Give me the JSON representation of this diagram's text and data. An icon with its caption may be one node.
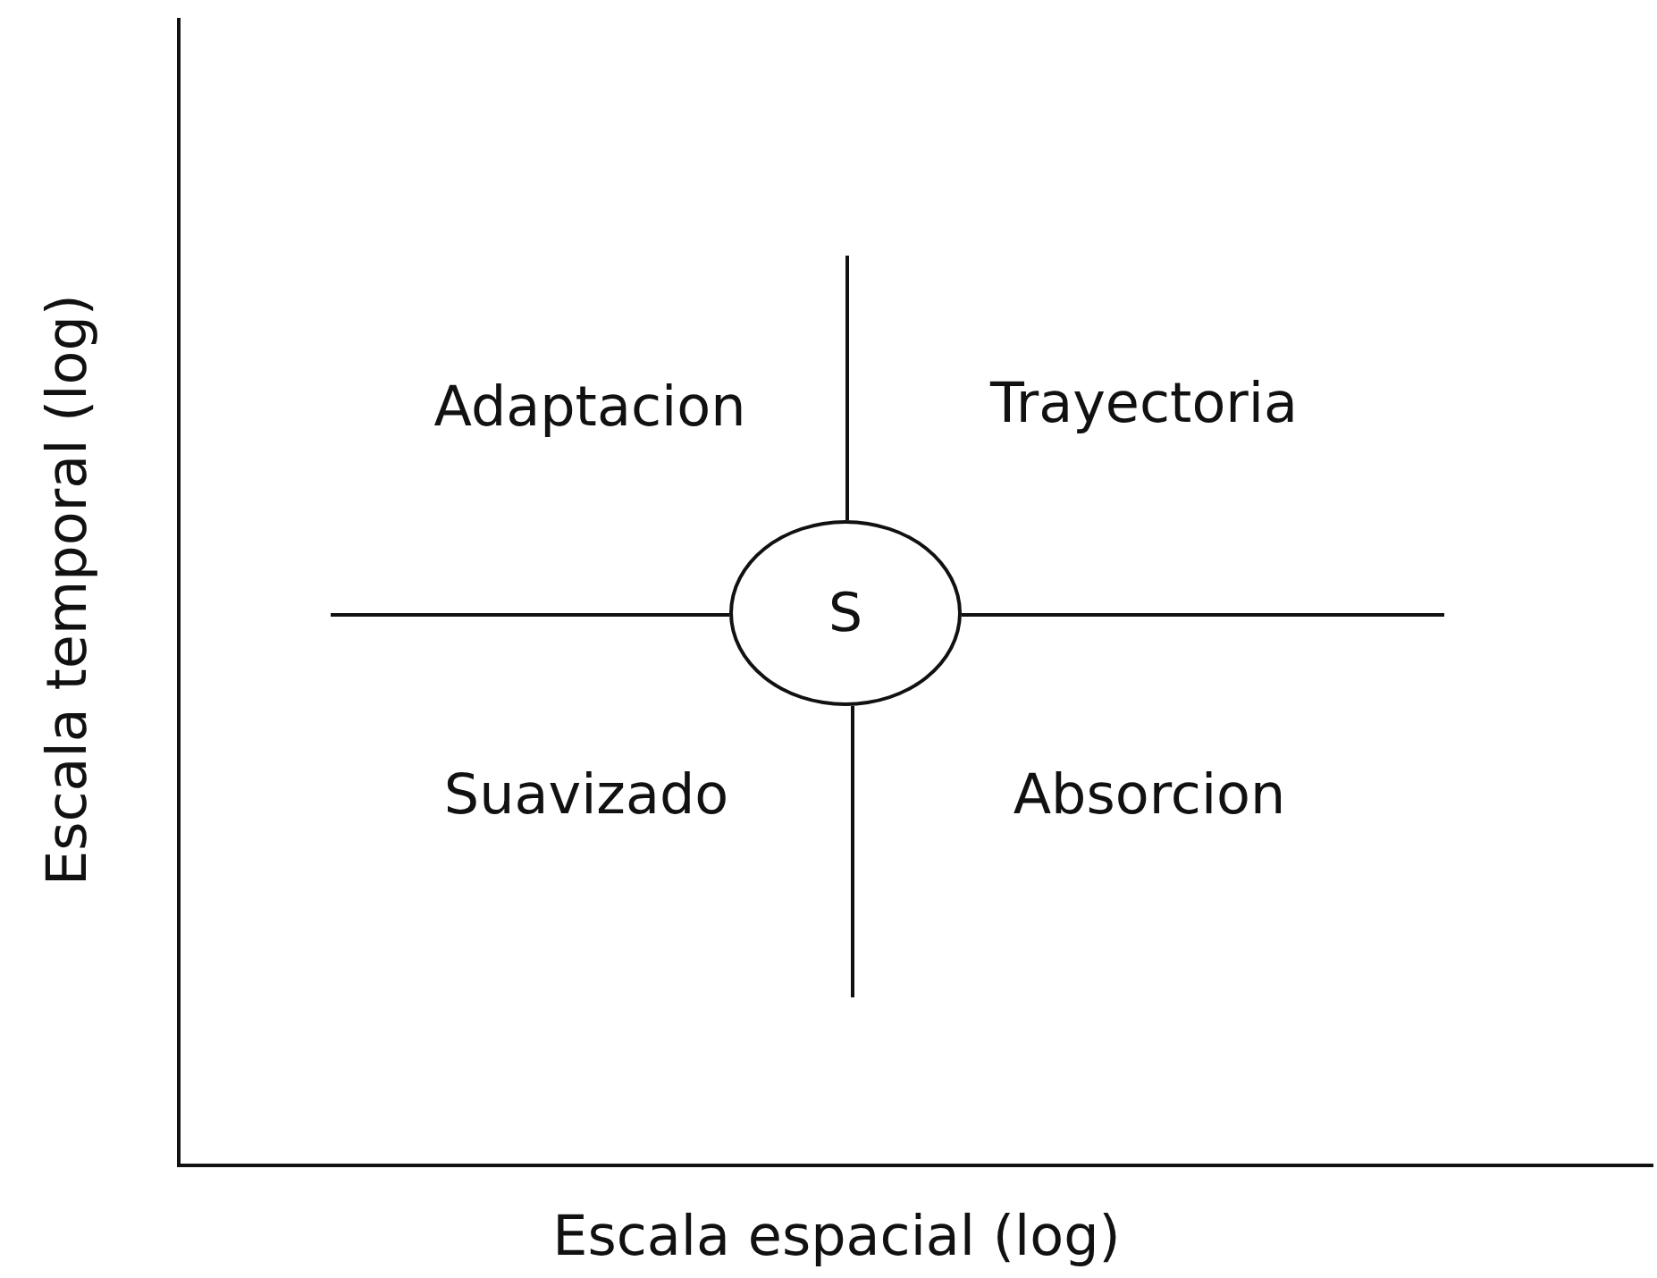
{
  "diagram": {
    "nodes": [
      {
        "text": [
          "S"
        ]
      }
    ],
    "labels": [
      "Escala temporal (log)",
      "Adaptacion",
      "Trayectoria",
      "Suavizado",
      "Absorcion",
      "Escala espacial (log)"
    ]
  }
}
